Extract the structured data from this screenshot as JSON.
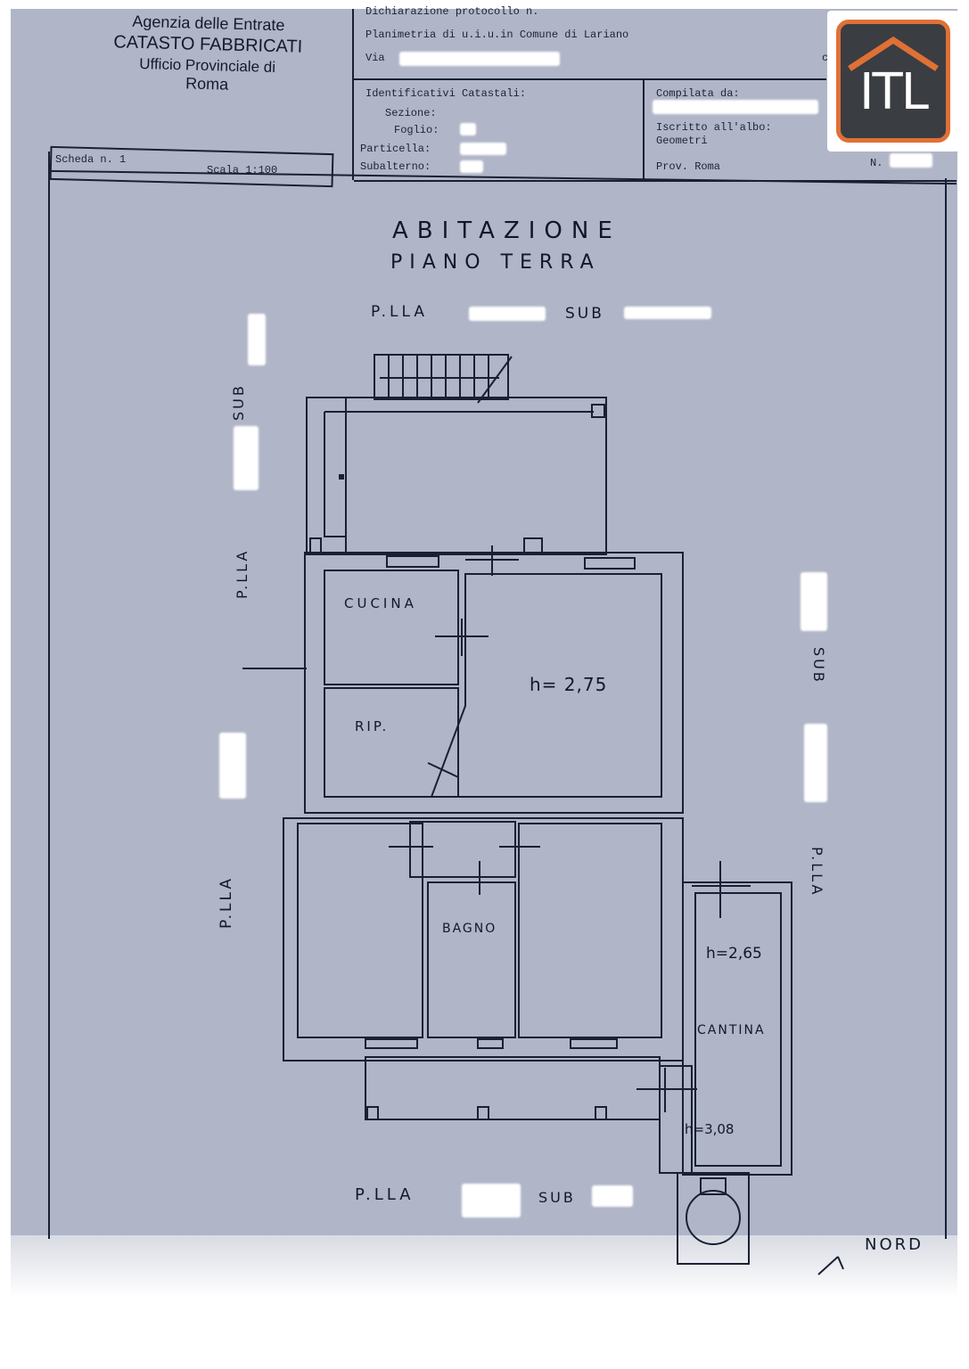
{
  "header": {
    "agency_line1": "Agenzia delle Entrate",
    "agency_line2": "CATASTO FABBRICATI",
    "agency_line3": "Ufficio Provinciale di",
    "agency_line4": "Roma",
    "scheda": "Scheda n. 1",
    "scala": "Scala 1:100",
    "protocol": "Dichiarazione protocollo n.",
    "planimetria": "Planimetria di u.i.u.in Comune di Lariano",
    "via_label": "Via",
    "civ_label": "civ.",
    "identificativi": "Identificativi Catastali:",
    "sezione": "Sezione:",
    "foglio": "Foglio:",
    "particella": "Particella:",
    "subalterno": "Subalterno:",
    "compilata": "Compilata da:",
    "iscritto": "Iscritto all'albo:",
    "geometri": "Geometri",
    "prov": "Prov. Roma",
    "n_label": "N."
  },
  "logo": {
    "text": "ITL",
    "frame_color": "#e07035",
    "bg_color": "#3a3d42"
  },
  "plan": {
    "title": "ABITAZIONE",
    "subtitle": "PIANO TERRA",
    "top_neighbor": "P.LLA",
    "top_sub": "SUB",
    "left_sub": "SUB",
    "left_plla_upper": "P.LLA",
    "left_plla_lower": "P.LLA",
    "right_sub": "SUB",
    "right_plla": "P.LLA",
    "bottom_neighbor": "P.LLA",
    "bottom_sub": "SUB",
    "north": "NORD",
    "rooms": {
      "cucina": "CUCINA",
      "rip": "RIP.",
      "bagno": "BAGNO",
      "cantina": "CANTINA"
    },
    "heights": {
      "main": "h= 2,75",
      "cantina_upper": "h=2,65",
      "cantina_lower": "h=3,08"
    }
  }
}
